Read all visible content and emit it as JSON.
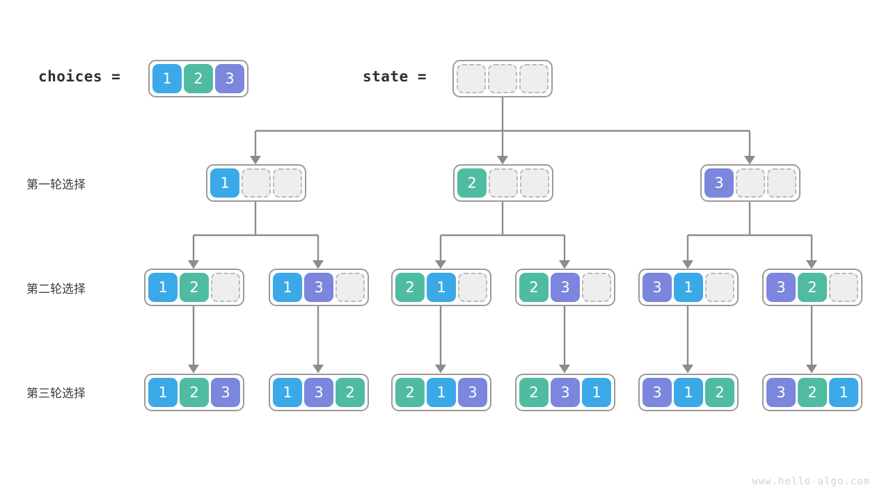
{
  "diagram": {
    "title": "permutation-backtracking-tree",
    "watermark": "www.hello-algo.com",
    "colors": {
      "value_1": "#3ba9e8",
      "value_2": "#4fbca2",
      "value_3": "#7b86dc",
      "empty_cell": "#eeeeee",
      "border": "#9a9a9a",
      "edge": "#8c8c8c",
      "text": "#3c3c3c",
      "watermark": "#d2d2d2"
    }
  },
  "header": {
    "choices_label": "choices =",
    "choices_values": [
      "1",
      "2",
      "3"
    ],
    "state_label": "state =",
    "state_values": [
      "",
      "",
      ""
    ]
  },
  "rows": [
    {
      "label": "第一轮选择"
    },
    {
      "label": "第二轮选择"
    },
    {
      "label": "第三轮选择"
    }
  ],
  "level1": [
    {
      "cells": [
        "1",
        "",
        ""
      ]
    },
    {
      "cells": [
        "2",
        "",
        ""
      ]
    },
    {
      "cells": [
        "3",
        "",
        ""
      ]
    }
  ],
  "level2": [
    {
      "cells": [
        "1",
        "2",
        ""
      ]
    },
    {
      "cells": [
        "1",
        "3",
        ""
      ]
    },
    {
      "cells": [
        "2",
        "1",
        ""
      ]
    },
    {
      "cells": [
        "2",
        "3",
        ""
      ]
    },
    {
      "cells": [
        "3",
        "1",
        ""
      ]
    },
    {
      "cells": [
        "3",
        "2",
        ""
      ]
    }
  ],
  "level3": [
    {
      "cells": [
        "1",
        "2",
        "3"
      ]
    },
    {
      "cells": [
        "1",
        "3",
        "2"
      ]
    },
    {
      "cells": [
        "2",
        "1",
        "3"
      ]
    },
    {
      "cells": [
        "2",
        "3",
        "1"
      ]
    },
    {
      "cells": [
        "3",
        "1",
        "2"
      ]
    },
    {
      "cells": [
        "3",
        "2",
        "1"
      ]
    }
  ]
}
